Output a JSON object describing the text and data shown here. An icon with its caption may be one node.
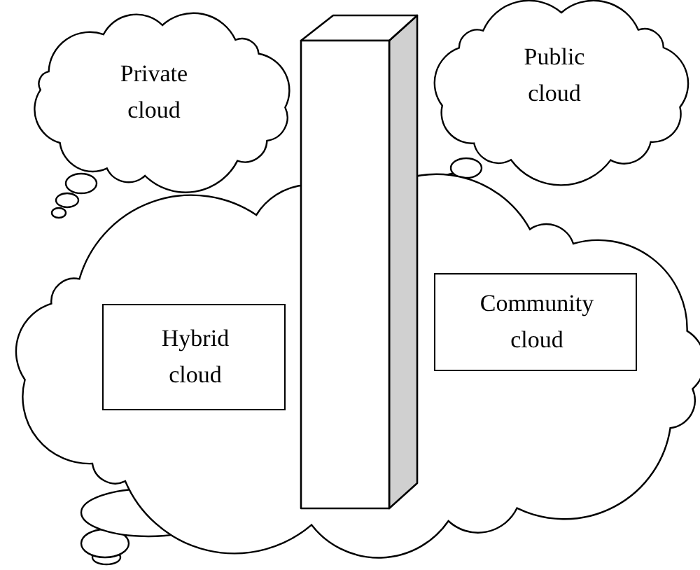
{
  "diagram": {
    "nodes": [
      {
        "text": [
          "Private cloud"
        ]
      },
      {
        "text": [],
        "shape": "bar"
      },
      {
        "text": [
          "Public cloud"
        ]
      },
      {
        "text": [],
        "shape": "cloud"
      },
      {
        "text": [
          "Hybrid cloud"
        ],
        "in": 3
      },
      {
        "text": [
          "Community cloud"
        ],
        "in": 3
      }
    ]
  }
}
